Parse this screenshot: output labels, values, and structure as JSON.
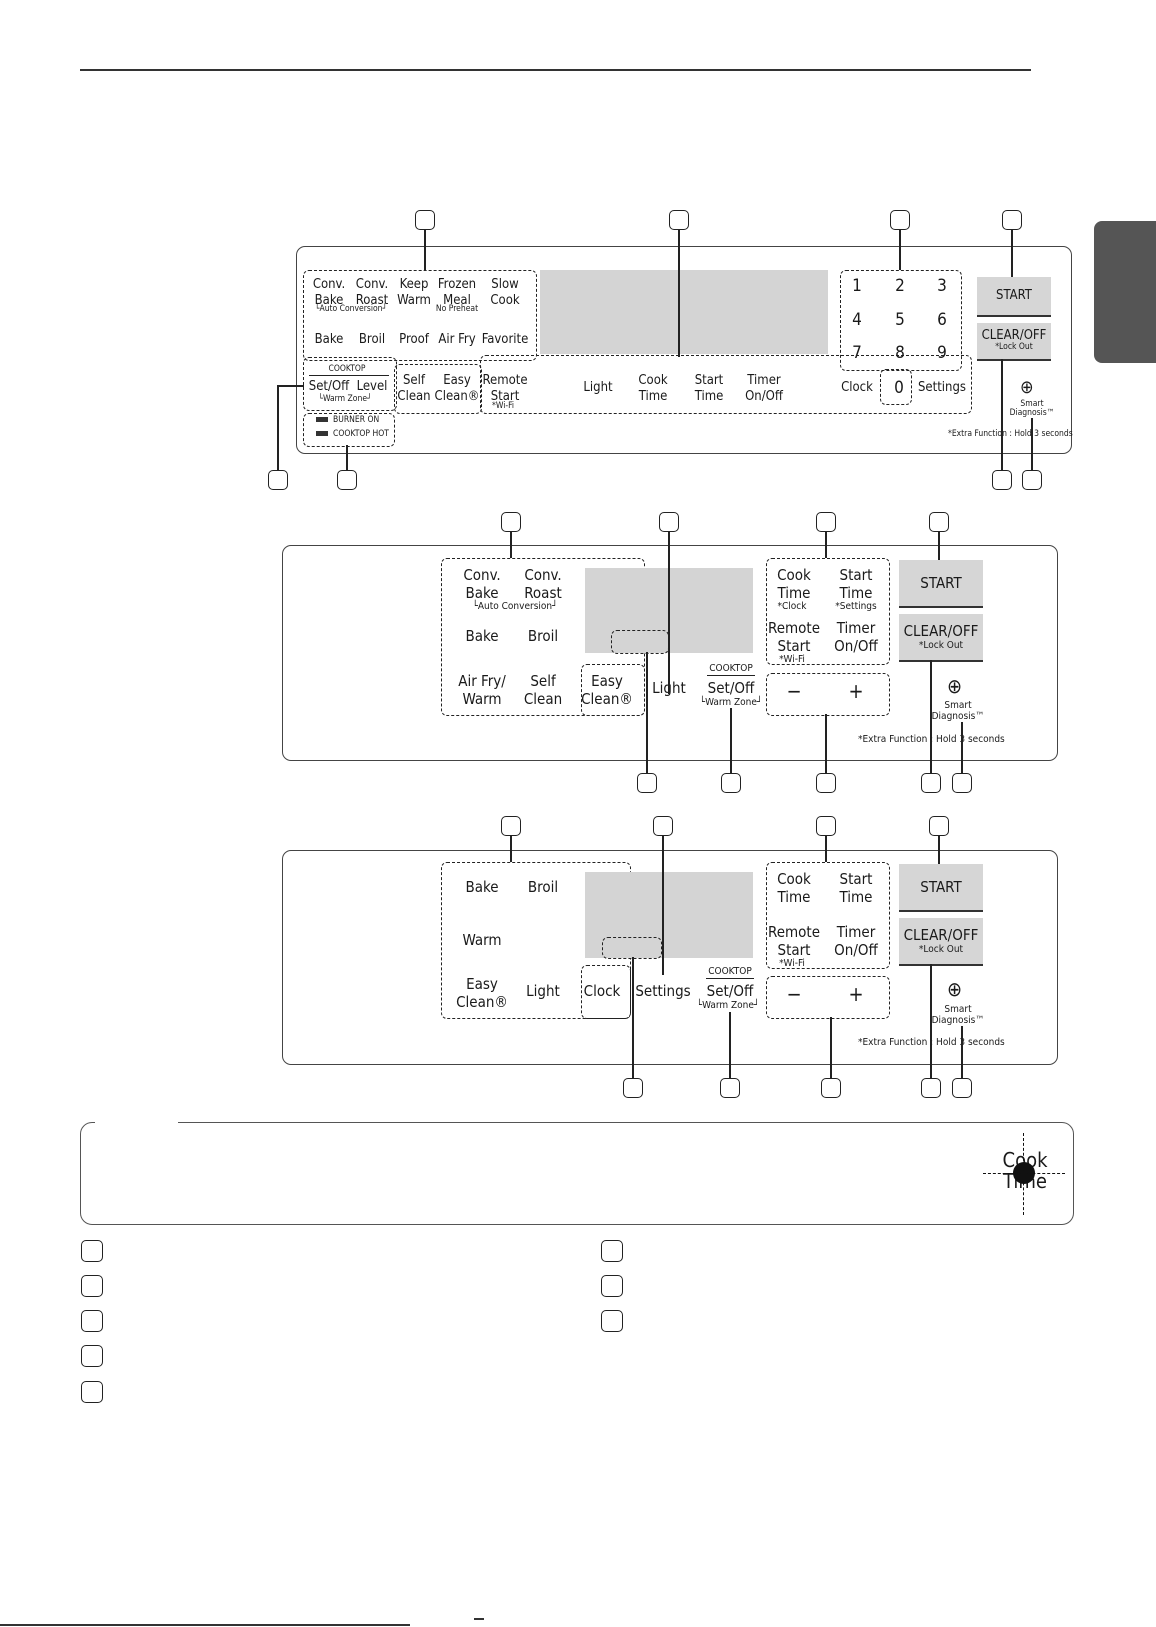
{
  "panel_a": {
    "mode_keys": [
      {
        "line1": "Conv.",
        "line2": "Bake"
      },
      {
        "line1": "Conv.",
        "line2": "Roast"
      },
      {
        "line1": "Keep",
        "line2": "Warm"
      },
      {
        "line1": "Frozen",
        "line2": "Meal"
      },
      {
        "line1": "Slow",
        "line2": "Cook"
      }
    ],
    "auto_conversion": "└Auto Conversion┘",
    "no_preheat": "No Preheat",
    "row2": [
      "Bake",
      "Broil",
      "Proof",
      "Air Fry",
      "Favorite"
    ],
    "cooktop_label": "COOKTOP",
    "set_off": "Set/Off",
    "level": "Level",
    "warm_zone": "└Warm Zone┘",
    "self_clean": {
      "line1": "Self",
      "line2": "Clean"
    },
    "easy_clean": {
      "line1": "Easy",
      "line2": "Clean®"
    },
    "remote_start": {
      "line1": "Remote",
      "line2": "Start",
      "sub": "*Wi-Fi"
    },
    "light": "Light",
    "cook_time": {
      "line1": "Cook",
      "line2": "Time"
    },
    "start_time": {
      "line1": "Start",
      "line2": "Time"
    },
    "timer": {
      "line1": "Timer",
      "line2": "On/Off"
    },
    "clock": "Clock",
    "numpad": [
      "1",
      "2",
      "3",
      "4",
      "5",
      "6",
      "7",
      "8",
      "9"
    ],
    "zero": "0",
    "settings": "Settings",
    "start": "START",
    "clear_off": "CLEAR/OFF",
    "lock_out": "*Lock Out",
    "smart_line1": "Smart",
    "smart_line2": "Diagnosis™",
    "burner_on": "BURNER ON",
    "cooktop_hot": "COOKTOP HOT",
    "extra_function": "*Extra Function : Hold 3 seconds"
  },
  "panel_b": {
    "conv_bake": {
      "line1": "Conv.",
      "line2": "Bake"
    },
    "conv_roast": {
      "line1": "Conv.",
      "line2": "Roast"
    },
    "auto_conversion": "└Auto Conversion┘",
    "bake": "Bake",
    "broil": "Broil",
    "air_fry": {
      "line1": "Air Fry/",
      "line2": "Warm"
    },
    "self_clean": {
      "line1": "Self",
      "line2": "Clean"
    },
    "easy_clean": {
      "line1": "Easy",
      "line2": "Clean®"
    },
    "light": "Light",
    "cooktop_label": "COOKTOP",
    "set_off": "Set/Off",
    "warm_zone": "└Warm Zone┘",
    "cook_time": {
      "line1": "Cook",
      "line2": "Time",
      "sub": "*Clock"
    },
    "start_time": {
      "line1": "Start",
      "line2": "Time",
      "sub": "*Settings"
    },
    "remote_start": {
      "line1": "Remote",
      "line2": "Start",
      "sub": "*Wi-Fi"
    },
    "timer": {
      "line1": "Timer",
      "line2": "On/Off"
    },
    "minus": "−",
    "plus": "+",
    "start": "START",
    "clear_off": "CLEAR/OFF",
    "lock_out": "*Lock Out",
    "smart_line1": "Smart",
    "smart_line2": "Diagnosis™",
    "extra_function": "*Extra Function : Hold 3 seconds"
  },
  "panel_c": {
    "bake": "Bake",
    "broil": "Broil",
    "warm": "Warm",
    "easy_clean": {
      "line1": "Easy",
      "line2": "Clean®"
    },
    "light": "Light",
    "clock": "Clock",
    "settings": "Settings",
    "cooktop_label": "COOKTOP",
    "set_off": "Set/Off",
    "warm_zone": "└Warm Zone┘",
    "cook_time": {
      "line1": "Cook",
      "line2": "Time"
    },
    "start_time": {
      "line1": "Start",
      "line2": "Time"
    },
    "remote_start": {
      "line1": "Remote",
      "line2": "Start",
      "sub": "*Wi-Fi"
    },
    "timer": {
      "line1": "Timer",
      "line2": "On/Off"
    },
    "minus": "−",
    "plus": "+",
    "start": "START",
    "clear_off": "CLEAR/OFF",
    "lock_out": "*Lock Out",
    "smart_line1": "Smart",
    "smart_line2": "Diagnosis™",
    "extra_function": "*Extra Function : Hold 3 seconds"
  },
  "note_icon": {
    "line1": "Cook",
    "line2": "Time"
  }
}
